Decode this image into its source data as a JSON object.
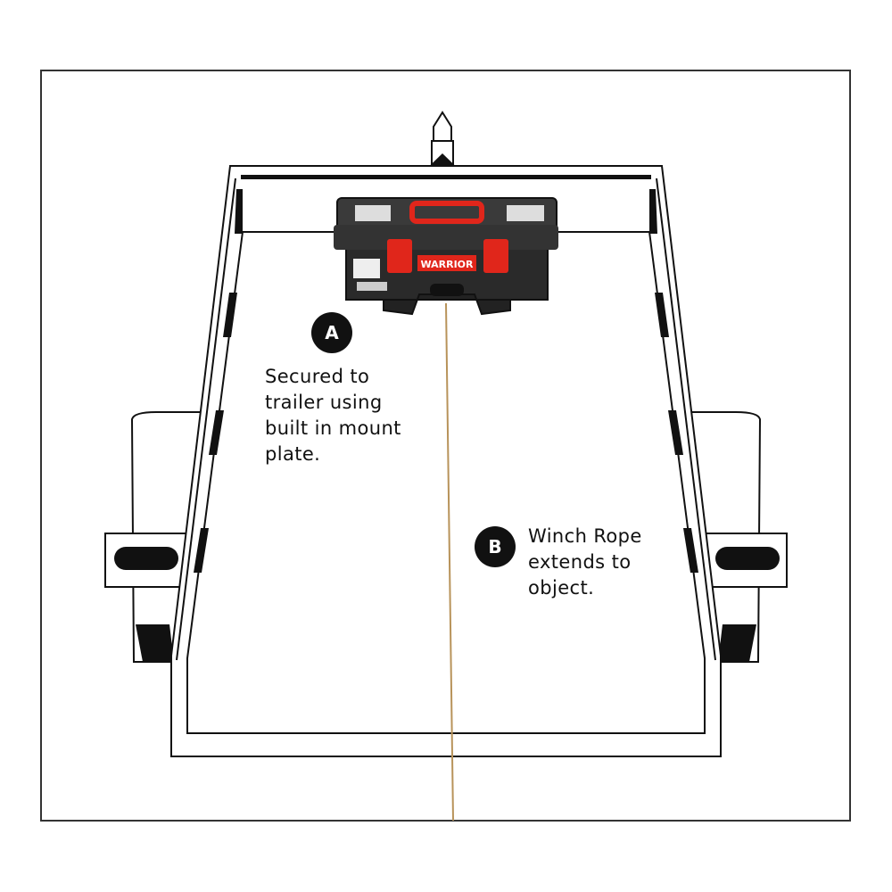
{
  "callouts": {
    "a": {
      "marker": "A",
      "lines": [
        "Secured to",
        "trailer using",
        "built in mount",
        "plate."
      ]
    },
    "b": {
      "marker": "B",
      "lines": [
        "Winch Rope",
        "extends to",
        "object."
      ]
    }
  },
  "winch": {
    "brand": "WARRIOR"
  },
  "colors": {
    "outline": "#111111",
    "accent": "#e0261b",
    "rope": "#b8935a",
    "case": "#2a2a2a"
  }
}
